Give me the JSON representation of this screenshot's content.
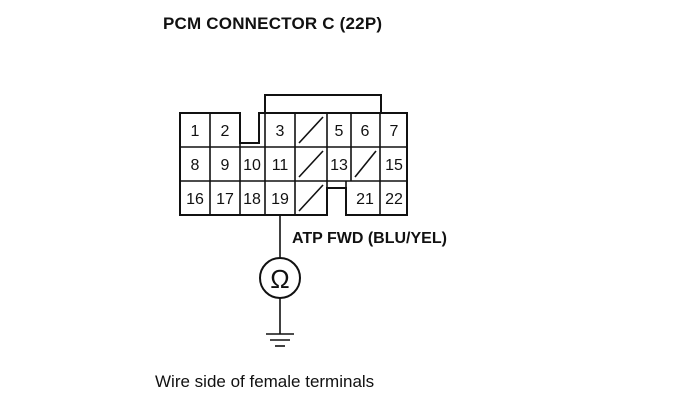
{
  "diagram": {
    "title": "PCM CONNECTOR C (22P)",
    "wire_label": "ATP FWD (BLU/YEL)",
    "caption": "Wire side of female terminals",
    "meter_symbol": "Ω",
    "meter_icon": "ohmmeter-icon",
    "ground_icon": "ground-icon",
    "connector": {
      "row1": {
        "t1": "1",
        "t2": "2",
        "t3": "3",
        "t5": "5",
        "t6": "6",
        "t7": "7"
      },
      "row2": {
        "t8": "8",
        "t9": "9",
        "t10": "10",
        "t11": "11",
        "t13": "13",
        "t15": "15"
      },
      "row3": {
        "t16": "16",
        "t17": "17",
        "t18": "18",
        "t19": "19",
        "t21": "21",
        "t22": "22"
      }
    },
    "probed_terminal": "19"
  }
}
